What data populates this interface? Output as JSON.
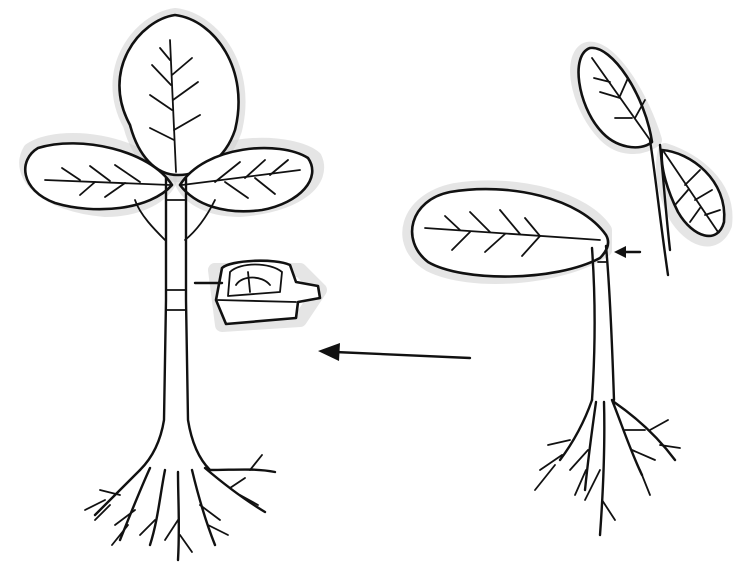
{
  "figure": {
    "background_color": "#ffffff",
    "ink_color": "#111111",
    "panels": [
      {
        "id": "seedling-with-true-leaves",
        "icon": "plant-seedling-icon"
      },
      {
        "id": "excised-segment",
        "icon": "tissue-block-icon"
      },
      {
        "id": "young-seedling",
        "icon": "plant-seedling-icon"
      },
      {
        "id": "detached-leaf-cutting",
        "icon": "leaf-cutting-icon"
      }
    ],
    "arrows": [
      {
        "id": "main-arrow",
        "direction": "left"
      },
      {
        "id": "pointer-arrow",
        "direction": "left"
      }
    ]
  }
}
